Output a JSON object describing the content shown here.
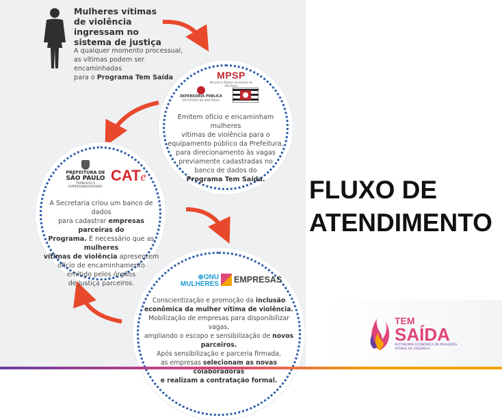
{
  "intro": {
    "heading": "Mulheres vítimas de violência ingressam no sistema de justiça",
    "text_lines": [
      "A qualquer momento processual,",
      "as vítimas podem ser encaminhadas",
      "para o "
    ],
    "text_bold": "Programa Tem Saída"
  },
  "circle1": {
    "logos": {
      "mpsp": "MPSP",
      "mpsp_sub": "Ministério Público do Estado de São Paulo",
      "defensoria": "DEFENSORIA PÚBLICA",
      "defensoria_sub": "DO ESTADO DE SÃO PAULO"
    },
    "lines": [
      "Emitem ofício e encaminham mulheres",
      "vítimas de violência para o",
      "equipamento público da Prefeitura,",
      "para direcionamento às vagas",
      "previamente cadastradas no",
      "banco de dados do"
    ],
    "bold_last": "Programa Tem Saída."
  },
  "circle2": {
    "logos": {
      "prefeitura_a": "PREFEITURA DE",
      "prefeitura_b": "SÃO PAULO",
      "prefeitura_c": "TRABALHO E",
      "prefeitura_d": "EMPREENDEDORISMO",
      "cate": "CAT",
      "cate_e": "e"
    },
    "l1": "A Secretaria criou um banco de dados",
    "l2a": "para cadastrar ",
    "l2b": "empresas parceiras do",
    "l3a": "Programa.",
    "l3b": " É necessário que as ",
    "l3c": "mulheres",
    "l4a": "vítimas de violência",
    "l4b": " apresentem",
    "l5": "ofício de encaminhamento",
    "l6": "emitido pelos órgãos",
    "l7": "de justiça parceiros."
  },
  "circle3": {
    "logos": {
      "onu_a": "ONU",
      "onu_b": "MULHERES",
      "empresas": "EMPRESAS"
    },
    "l1a": "Conscientização e promoção da ",
    "l1b": "inclusão",
    "l2": "econômica da mulher vítima de violência.",
    "l3": "Mobilização de empresas para disponibilizar vagas,",
    "l4a": "ampliando o escopo e sensibilização de ",
    "l4b": "novos parceiros.",
    "l5": "Após sensibilização e parceria firmada,",
    "l6a": "as empresas ",
    "l6b": "selecionam as novas colaboradoras",
    "l7": "e realizam a contratação formal."
  },
  "title": {
    "line1": "FLUXO DE",
    "line2": "ATENDIMENTO"
  },
  "brand": {
    "tem": "TEM",
    "saida": "SAÍDA",
    "sub1": "AUTONOMIA ECONÔMICA DE MULHERES",
    "sub2": "VÍTIMAS DE VIOLÊNCIA"
  },
  "colors": {
    "arrow": "#e8492c",
    "dots": "#2c5aa8",
    "title": "#111111",
    "brand": "#e0457a"
  }
}
